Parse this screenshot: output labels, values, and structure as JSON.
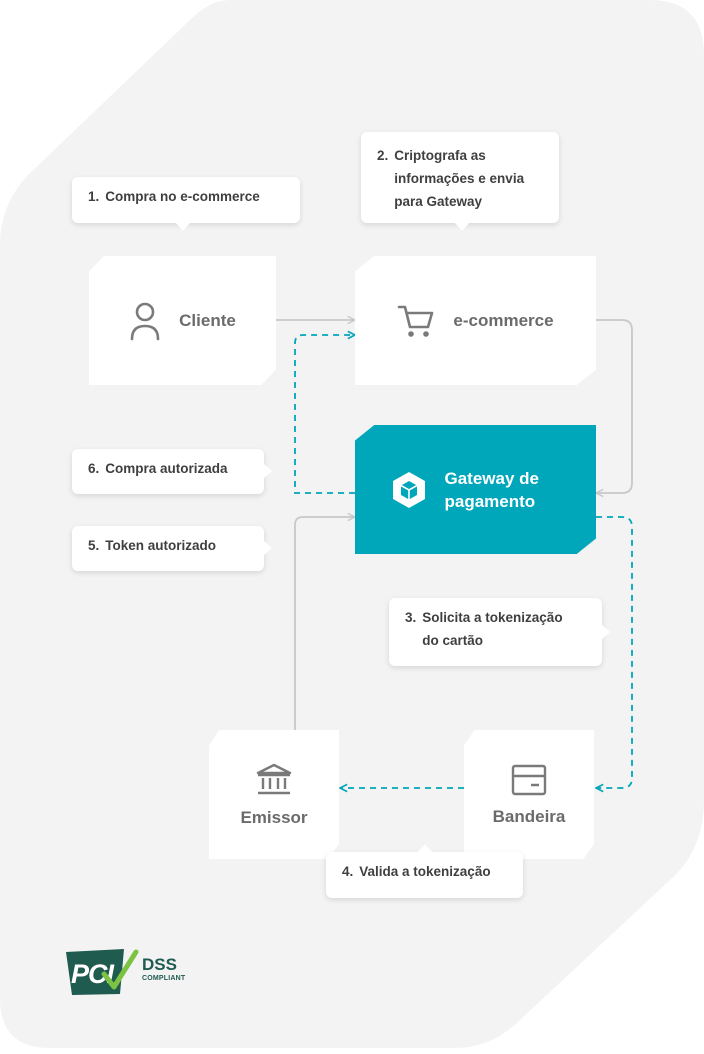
{
  "nodes": {
    "cliente": {
      "label": "Cliente",
      "icon": "user-icon"
    },
    "ecommerce": {
      "label": "e-commerce",
      "icon": "cart-icon"
    },
    "gateway": {
      "label": "Gateway de pagamento",
      "icon": "cube-icon"
    },
    "emissor": {
      "label": "Emissor",
      "icon": "bank-icon"
    },
    "bandeira": {
      "label": "Bandeira",
      "icon": "card-icon"
    }
  },
  "steps": [
    {
      "num": "1.",
      "text": "Compra no e-commerce"
    },
    {
      "num": "2.",
      "text": "Criptografa as\ninformações e envia\npara Gateway"
    },
    {
      "num": "3.",
      "text": "Solicita a tokenização\ndo cartão"
    },
    {
      "num": "4.",
      "text": "Valida a tokenização"
    },
    {
      "num": "5.",
      "text": "Token autorizado"
    },
    {
      "num": "6.",
      "text": "Compra autorizada"
    }
  ],
  "badge": {
    "pci": "PCI",
    "dss": "DSS",
    "compliant": "COMPLIANT"
  },
  "colors": {
    "accent": "#00a6ba",
    "background": "#f3f3f3",
    "node": "#ffffff",
    "node_text": "#6b6b6b",
    "connector": "#c8c8c8",
    "pci_dark": "#1f5b4f",
    "pci_check": "#7cc243"
  }
}
